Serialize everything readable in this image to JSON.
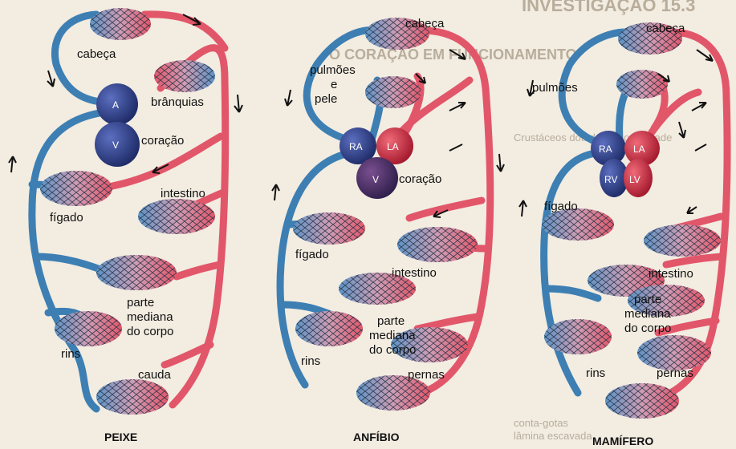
{
  "colors": {
    "blood_oxygenated": "#e2566a",
    "blood_deoxygenated": "#3d7fb3",
    "background": "#f2ece1"
  },
  "background_text": [
    "INVESTIGAÇÃO 15.3",
    "O CORAÇÃO EM FUNCIONAMENTO",
    "Crustáceos   dotados   de   opacidade",
    "conta-gotas",
    "lâmina escavada"
  ],
  "diagrams": [
    {
      "title": "PEIXE",
      "labels": {
        "head": "cabeça",
        "gills": "brânquias",
        "heart": "coração",
        "intestine": "intestino",
        "liver": "fígado",
        "body": "parte\nmediana\ndo corpo",
        "kidneys": "rins",
        "tail": "cauda"
      },
      "chambers": [
        "A",
        "V"
      ]
    },
    {
      "title": "ANFÍBIO",
      "labels": {
        "head": "cabeça",
        "lungs": "pulmões\ne\npele",
        "heart": "coração",
        "liver": "fígado",
        "intestine": "intestino",
        "body": "parte\nmediana\ndo corpo",
        "kidneys": "rins",
        "legs": "pernas"
      },
      "chambers": [
        "RA",
        "LA",
        "V"
      ]
    },
    {
      "title": "MAMÍFERO",
      "labels": {
        "head": "cabeça",
        "lungs": "pulmões",
        "liver": "fígado",
        "intestine": "intestino",
        "body": "parte\nmediana\ndo corpo",
        "kidneys": "rins",
        "legs": "pernas"
      },
      "chambers": [
        "RA",
        "LA",
        "RV",
        "LV"
      ]
    }
  ]
}
